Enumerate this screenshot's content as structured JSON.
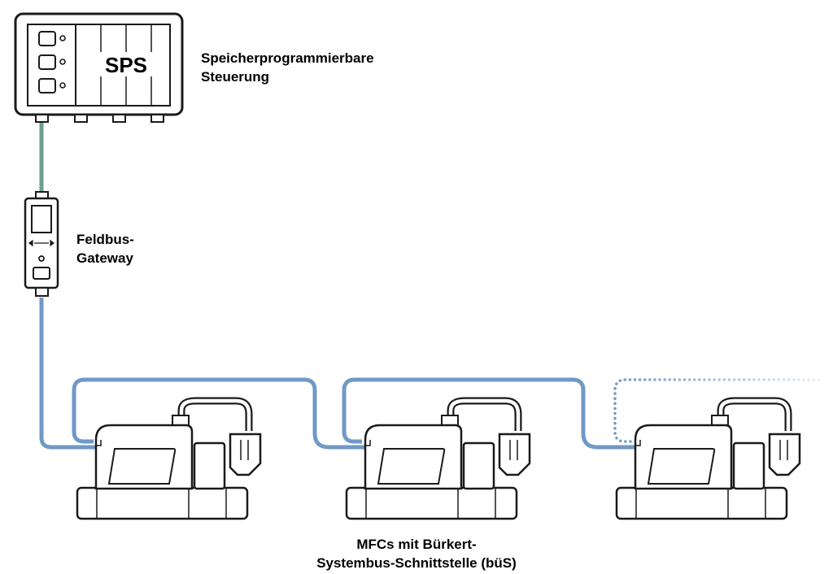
{
  "colors": {
    "stroke": "#1a1a1a",
    "fieldbus_cable": "#6a9f8d",
    "bues_cable": "#7099c6",
    "dotted_cable": "#7099c6",
    "background": "#ffffff"
  },
  "plc": {
    "screen_text": "SPS",
    "label_line1": "Speicherprogrammierbare",
    "label_line2": "Steuerung"
  },
  "gateway": {
    "label_line1": "Feldbus-",
    "label_line2": "Gateway"
  },
  "mfcs": {
    "count": 3,
    "label_line1": "MFCs mit Bürkert-",
    "label_line2": "Systembus-Schnittstelle (büS)"
  }
}
